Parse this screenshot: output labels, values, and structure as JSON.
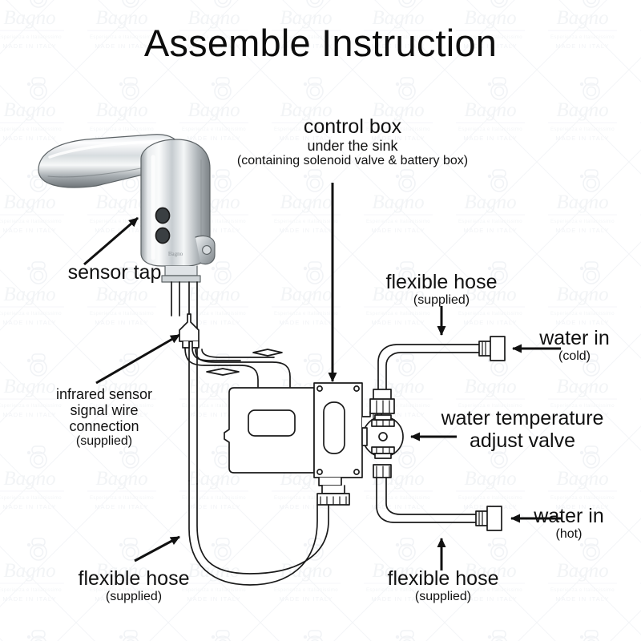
{
  "page": {
    "title": "Assemble Instruction",
    "background_color": "#ffffff",
    "ink_color": "#111111"
  },
  "watermark": {
    "brand": "Bagno",
    "tagline": "Esperienza e Italianissimo",
    "origin": "MADE IN ITALY",
    "color": "#f2f4f6"
  },
  "labels": {
    "control_box": {
      "line1": "control box",
      "line2": "under the sink",
      "line3": "(containing solenoid valve & battery box)"
    },
    "sensor_tap": {
      "line1": "sensor tap"
    },
    "infrared": {
      "line1": "infrared sensor",
      "line2": "signal wire",
      "line3": "connection",
      "line4": "(supplied)"
    },
    "hose_top_right": {
      "line1": "flexible hose",
      "line2": "(supplied)"
    },
    "water_in_cold": {
      "line1": "water in",
      "line2": "(cold)"
    },
    "mixing_valve": {
      "line1": "water temperature",
      "line2": "adjust valve"
    },
    "water_in_hot": {
      "line1": "water in",
      "line2": "(hot)"
    },
    "hose_bottom_left": {
      "line1": "flexible hose",
      "line2": "(supplied)"
    },
    "hose_bottom_right": {
      "line1": "flexible hose",
      "line2": "(supplied)"
    }
  }
}
